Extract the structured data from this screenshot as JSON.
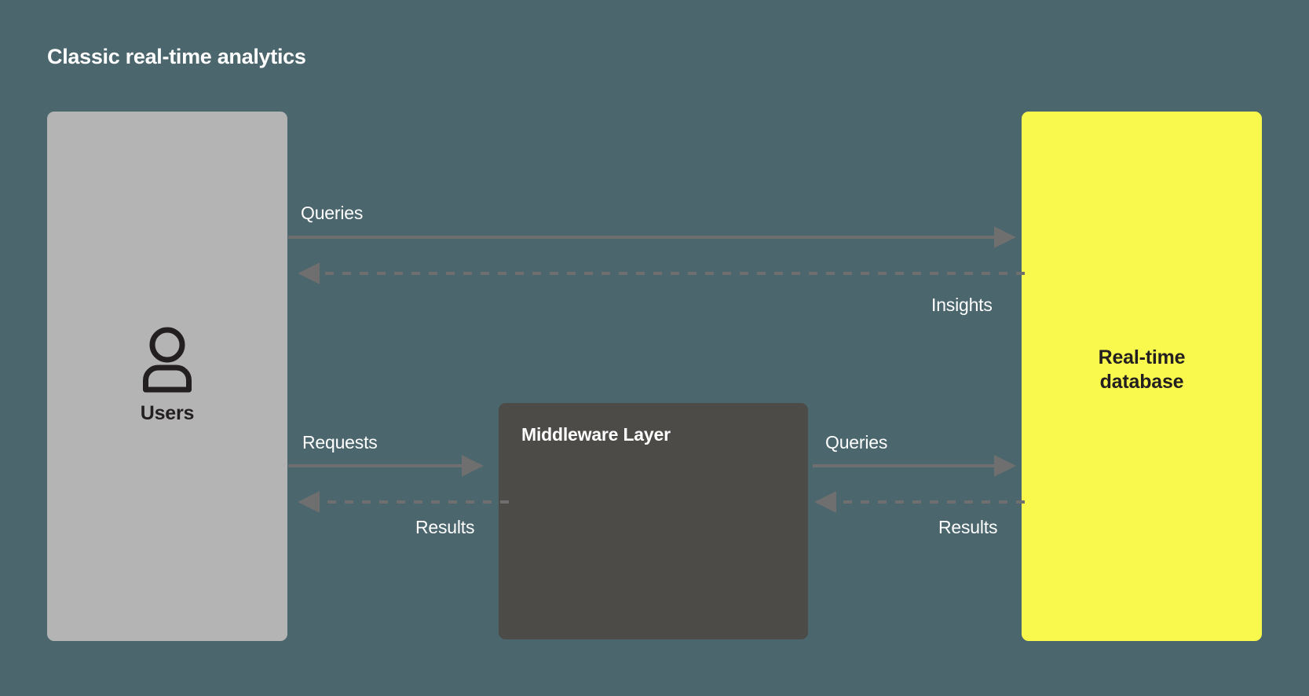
{
  "diagram": {
    "title": "Classic real-time analytics",
    "background_color": "#4b666d",
    "arrow_color": "#6f6f6f",
    "nodes": [
      {
        "id": "users",
        "label": "Users",
        "icon": "user-icon",
        "fill": "#b4b4b4",
        "text_color": "#231f20"
      },
      {
        "id": "middleware",
        "label": "Middleware Layer",
        "fill": "#4d4b48",
        "text_color": "#ffffff"
      },
      {
        "id": "database",
        "label_line1": "Real-time",
        "label_line2": "database",
        "fill": "#f9f94d",
        "text_color": "#231f20"
      }
    ],
    "edges": [
      {
        "id": "users-to-db-queries",
        "label": "Queries",
        "style": "solid",
        "direction": "right"
      },
      {
        "id": "db-to-users-insights",
        "label": "Insights",
        "style": "dashed",
        "direction": "left"
      },
      {
        "id": "users-to-middleware",
        "label": "Requests",
        "style": "solid",
        "direction": "right"
      },
      {
        "id": "middleware-to-db-queries",
        "label": "Queries",
        "style": "solid",
        "direction": "right"
      },
      {
        "id": "middleware-to-users-results",
        "label": "Results",
        "style": "dashed",
        "direction": "left"
      },
      {
        "id": "db-to-middleware-results",
        "label": "Results",
        "style": "dashed",
        "direction": "left"
      }
    ]
  }
}
